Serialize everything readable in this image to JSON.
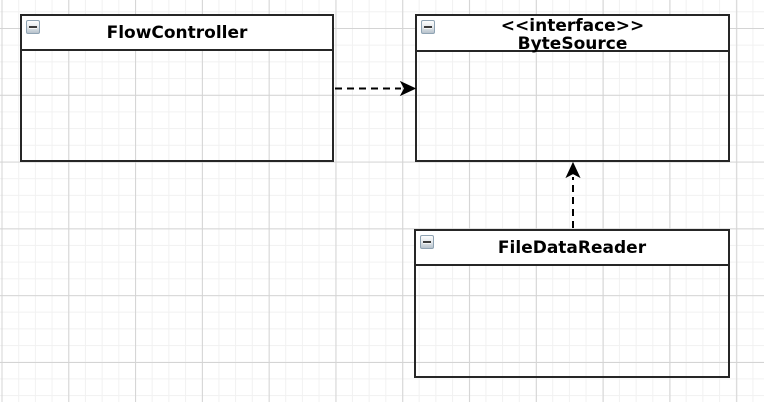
{
  "canvas": {
    "background_color": "#ffffff",
    "grid_minor_color": "#f1f1f1",
    "grid_major_color": "#d4d4d4",
    "shape_border_color": "#262626",
    "shape_header_fill": "#ffffff"
  },
  "icons": {
    "collapse": "minus-square-icon"
  },
  "diagram": {
    "type": "uml-class-diagram",
    "nodes": [
      {
        "id": "flowcontroller",
        "stereotype": "",
        "title": "FlowController",
        "collapsed": false
      },
      {
        "id": "bytesource",
        "stereotype": "<<interface>>",
        "title": "ByteSource",
        "collapsed": false
      },
      {
        "id": "filedatareader",
        "stereotype": "",
        "title": "FileDataReader",
        "collapsed": false
      }
    ],
    "edges": [
      {
        "id": "flowcontroller-to-bytesource",
        "from": "FlowController",
        "to": "ByteSource",
        "line_style": "dashed",
        "arrowhead": "filled-triangle",
        "direction": "right"
      },
      {
        "id": "filedatareader-to-bytesource",
        "from": "FileDataReader",
        "to": "ByteSource",
        "line_style": "dashed",
        "arrowhead": "filled-triangle",
        "direction": "up"
      }
    ]
  }
}
